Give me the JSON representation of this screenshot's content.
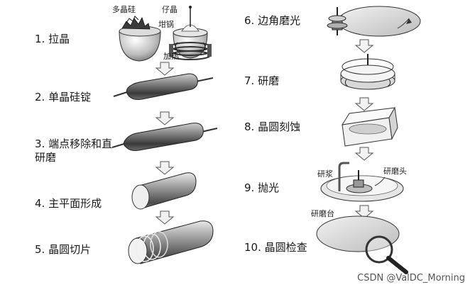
{
  "steps": [
    {
      "label": "1. 拉晶"
    },
    {
      "label": "2. 单晶硅锭"
    },
    {
      "label": "3. 端点移除和直"
    },
    {
      "label": "4. 主平面形成"
    },
    {
      "label": "5. 晶圆切片"
    },
    {
      "label": "6. 边角磨光"
    },
    {
      "label": "7. 研磨"
    },
    {
      "label": "8. 晶圆刻蚀"
    },
    {
      "label": "9. 抛光"
    },
    {
      "label": "10. 晶圆检查"
    }
  ],
  "step3_line2": "研磨",
  "annotations": {
    "polysilicon": "多晶硅",
    "seed": "仔晶",
    "crucible": "坩锅",
    "heating": "加热",
    "slurry": "研浆",
    "grinding_head": "研磨头",
    "grinding_table": "研磨台"
  },
  "watermark": "CSDN @ValDC_Morning",
  "colors": {
    "arrow_fill": "#f2f2f2",
    "arrow_stroke": "#555555",
    "ingot_dark": "#3c3c3c",
    "ingot_light": "#bdbdbd",
    "wafer": "#d9d9d9"
  }
}
